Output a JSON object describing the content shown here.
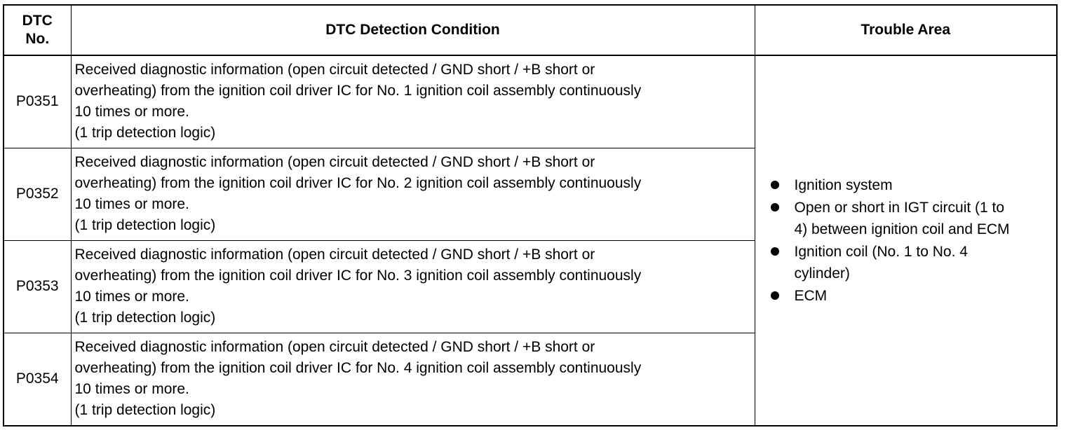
{
  "table": {
    "headers": {
      "code_line1": "DTC",
      "code_line2": "No.",
      "condition": "DTC Detection Condition",
      "area": "Trouble Area"
    },
    "rows": [
      {
        "code": "P0351",
        "condition_lines": [
          "Received diagnostic information (open circuit detected / GND short / +B short or",
          "overheating) from the ignition coil driver IC for No. 1 ignition coil assembly continuously",
          "10 times or more.",
          "(1 trip detection logic)"
        ]
      },
      {
        "code": "P0352",
        "condition_lines": [
          "Received diagnostic information (open circuit detected / GND short / +B short or",
          "overheating) from the ignition coil driver IC for No. 2 ignition coil assembly continuously",
          "10 times or more.",
          "(1 trip detection logic)"
        ]
      },
      {
        "code": "P0353",
        "condition_lines": [
          "Received diagnostic information (open circuit detected / GND short / +B short or",
          "overheating) from the ignition coil driver IC for No. 3 ignition coil assembly continuously",
          "10 times or more.",
          "(1 trip detection logic)"
        ]
      },
      {
        "code": "P0354",
        "condition_lines": [
          "Received diagnostic information (open circuit detected / GND short / +B short or",
          "overheating) from the ignition coil driver IC for No. 4 ignition coil assembly continuously",
          "10 times or more.",
          "(1 trip detection logic)"
        ]
      }
    ],
    "trouble_area": [
      {
        "lines": [
          "Ignition system"
        ]
      },
      {
        "lines": [
          "Open or short in IGT circuit (1 to",
          "4) between ignition coil and ECM"
        ]
      },
      {
        "lines": [
          "Ignition coil (No. 1 to No. 4",
          "cylinder)"
        ]
      },
      {
        "lines": [
          "ECM"
        ]
      }
    ]
  }
}
